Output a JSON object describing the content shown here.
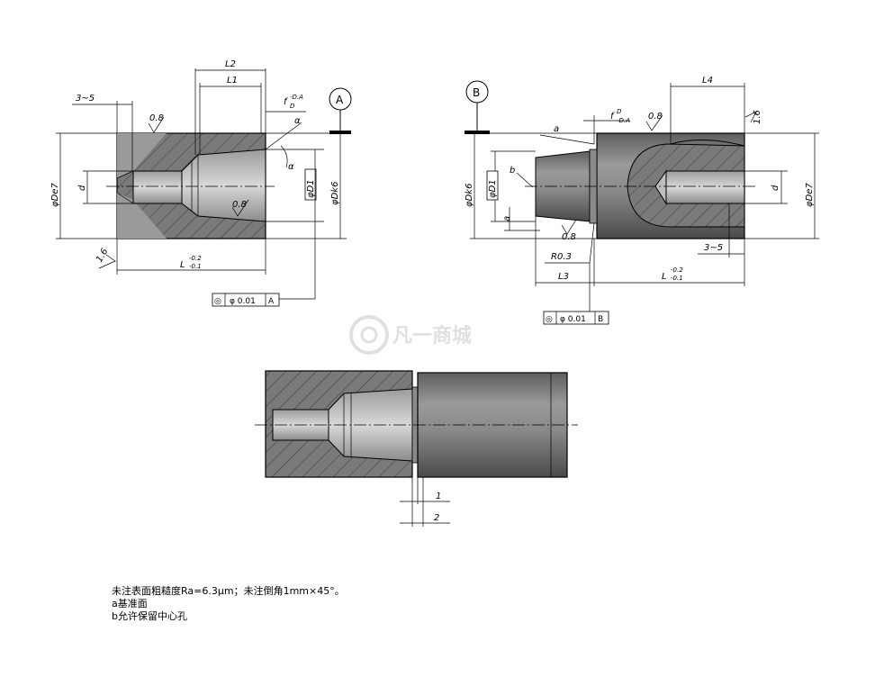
{
  "view_a": {
    "datum": "A",
    "dims": {
      "chamfer_len": "3~5",
      "L2": "L2",
      "L1": "L1",
      "tol": "f",
      "tol_sup": "-D.A",
      "tol_sub": "D",
      "angle_a": "α",
      "angle_alpha": "α",
      "De7": "φDe7",
      "d": "d",
      "D1": "φD1",
      "Dk6": "φDk6",
      "Ra08_top": "0.8",
      "Ra08_bore": "0.8",
      "Ra16": "1.6",
      "L": "L",
      "L_sup": "-0.2",
      "L_sub": "-0.1"
    },
    "fcf": {
      "symbol": "◎",
      "value": "φ 0.01",
      "datum": "A"
    }
  },
  "view_b": {
    "datum": "B",
    "dims": {
      "L4": "L4",
      "tol": "f",
      "tol_sup": "D",
      "tol_sub": "-D.A",
      "angle_a": "a",
      "Ra08_top": "0.8",
      "Ra16": "1.6",
      "Dk6": "φDk6",
      "D1": "φD1",
      "b": "b",
      "a": "a",
      "Ra08_bottom": "0.8",
      "R03": "R0.3",
      "d": "d",
      "De7": "φDe7",
      "chamfer_len": "3~5",
      "L3": "L3",
      "L": "L",
      "L_sup": "-0.2",
      "L_sub": "-0.1"
    },
    "fcf": {
      "symbol": "◎",
      "value": "φ 0.01",
      "datum": "B"
    }
  },
  "assembly": {
    "dim1": "1",
    "dim2": "2"
  },
  "watermark": "凡一商城",
  "notes": [
    "未注表面粗糙度Ra=6.3μm；未注倒角1mm×45°。",
    "a基准面",
    "b允许保留中心孔"
  ]
}
